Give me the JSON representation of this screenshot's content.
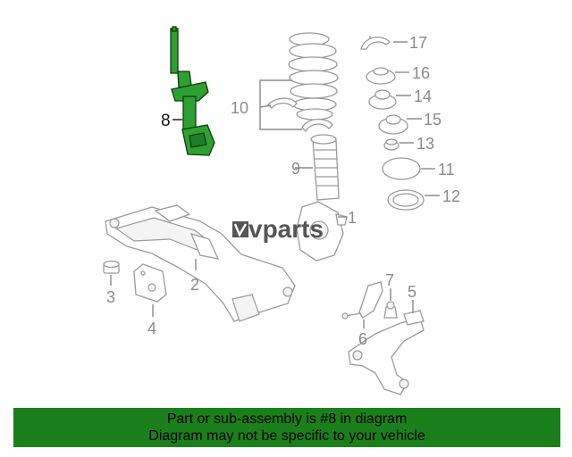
{
  "watermark": {
    "text": "vparts"
  },
  "callouts": {
    "c1": "1",
    "c2": "2",
    "c3": "3",
    "c4": "4",
    "c5": "5",
    "c6": "6",
    "c7": "7",
    "c8": "8",
    "c9": "9",
    "c10": "10",
    "c11": "11",
    "c12": "12",
    "c13": "13",
    "c14": "14",
    "c15": "15",
    "c16": "16",
    "c17": "17"
  },
  "highlight": {
    "part": "8",
    "color": "#2ea032"
  },
  "footer": {
    "line1": "Part or sub-assembly is #8 in diagram",
    "line2": "Diagram may not be specific to your vehicle",
    "background": "#1b7f1b"
  }
}
